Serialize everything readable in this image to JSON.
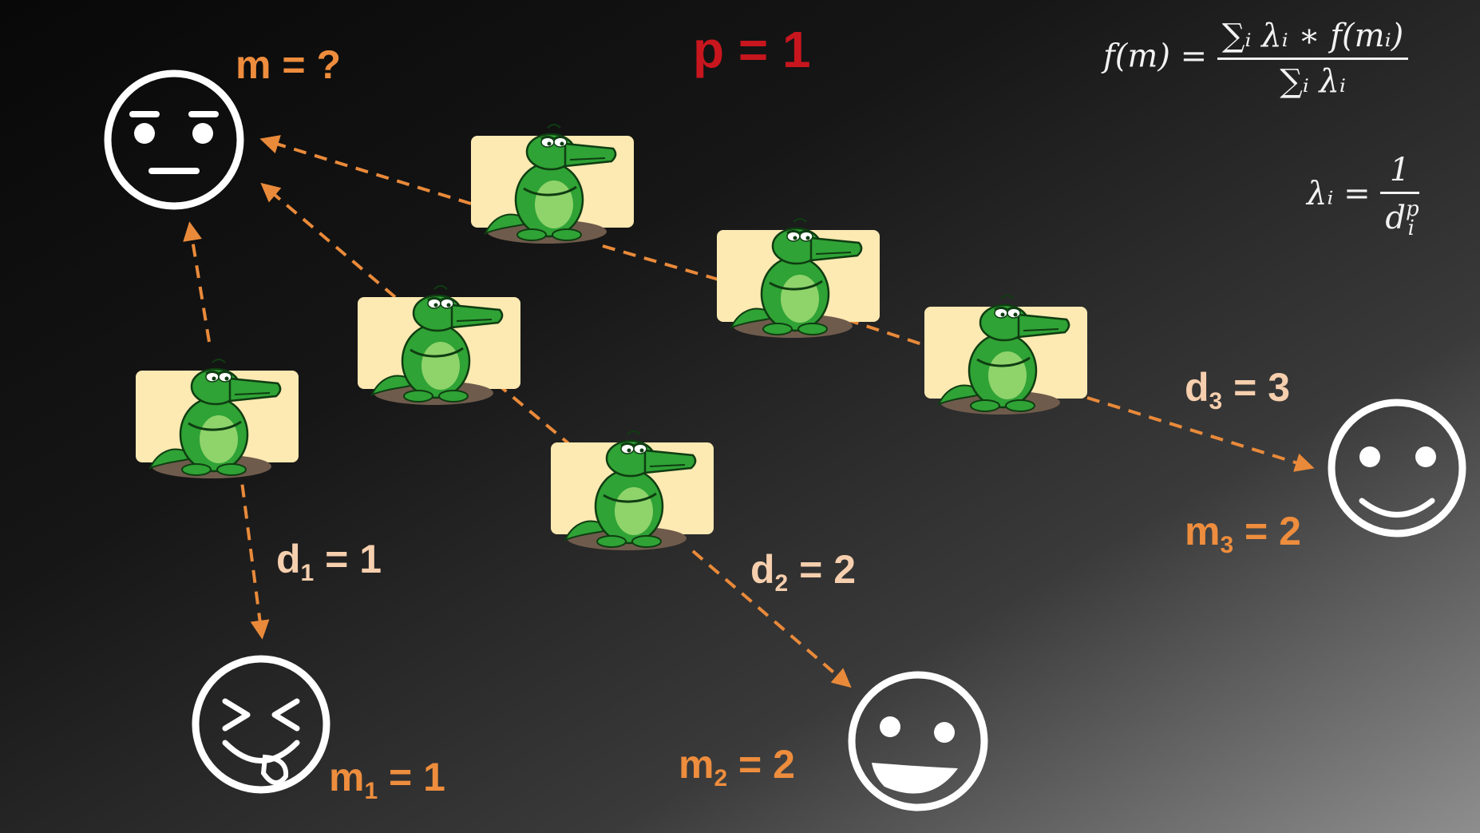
{
  "labels": {
    "m_query": "m = ?",
    "p_value": "p = 1",
    "d1": {
      "base": "d",
      "sub": "1",
      "rest": " = 1"
    },
    "d2": {
      "base": "d",
      "sub": "2",
      "rest": " = 2"
    },
    "d3": {
      "base": "d",
      "sub": "3",
      "rest": " = 3"
    },
    "m1": {
      "base": "m",
      "sub": "1",
      "rest": " = 1"
    },
    "m2": {
      "base": "m",
      "sub": "2",
      "rest": " = 2"
    },
    "m3": {
      "base": "m",
      "sub": "3",
      "rest": " = 2"
    }
  },
  "formulas": {
    "f_lhs": "f(m) =",
    "f_num": "∑ᵢ λᵢ ∗ f(mᵢ)",
    "f_den": "∑ᵢ λᵢ",
    "lambda_lhs": "λᵢ =",
    "lambda_num": "1",
    "lambda_den_base": "d",
    "lambda_den_sub": "i",
    "lambda_den_sup": "p"
  },
  "colors": {
    "orange": "#ee8d3d",
    "peach": "#f6cfae",
    "red": "#c8161e",
    "face_stroke": "#ffffff",
    "croc_green": "#2fa335",
    "croc_card": "#fde9b2",
    "arrow": "#e98a3a"
  },
  "icons": {
    "query_face": "neutral-face-icon",
    "face_1": "tongue-out-face-icon",
    "face_2": "grinning-face-icon",
    "face_3": "smiling-face-icon",
    "crocodile": "crocodile-icon"
  }
}
